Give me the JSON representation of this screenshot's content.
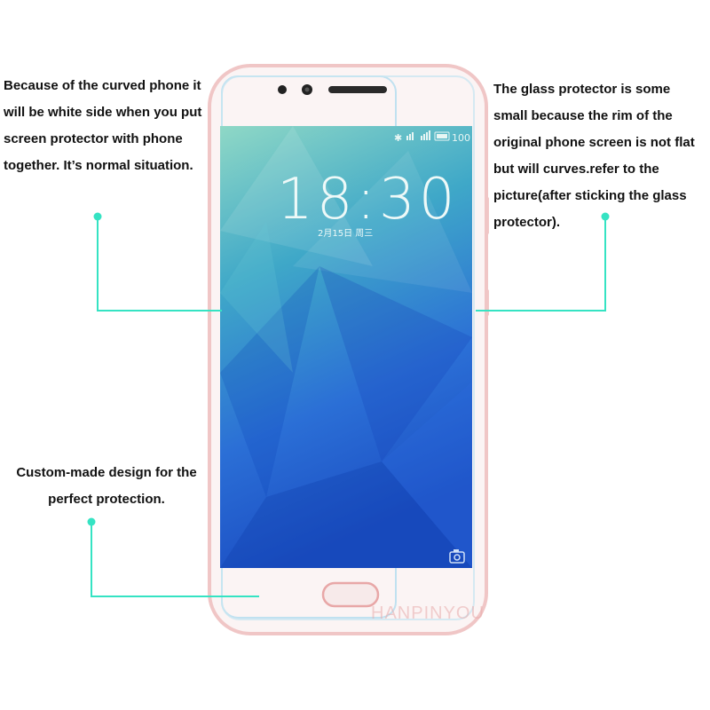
{
  "callouts": {
    "left": "Because of the curved phone it will be white side when you put screen protector with phone together. It’s normal situation.",
    "right": "The glass protector is some small because the rim of the original phone screen is not flat but will curves.refer to the picture(after sticking the glass protector).",
    "bottom": "Custom-made design for the perfect protection."
  },
  "phone_screen": {
    "time": "18:30",
    "date": "2月15日 周三",
    "battery": "100"
  },
  "watermark": "HANPINYOU",
  "colors": {
    "leader_line": "#35e3c3",
    "phone_frame": "#f0c6c6",
    "screen_top": "#8ad6c7",
    "screen_bottom": "#1e53c9"
  },
  "icons": [
    "bluetooth-icon",
    "signal-icon",
    "camera-icon"
  ]
}
